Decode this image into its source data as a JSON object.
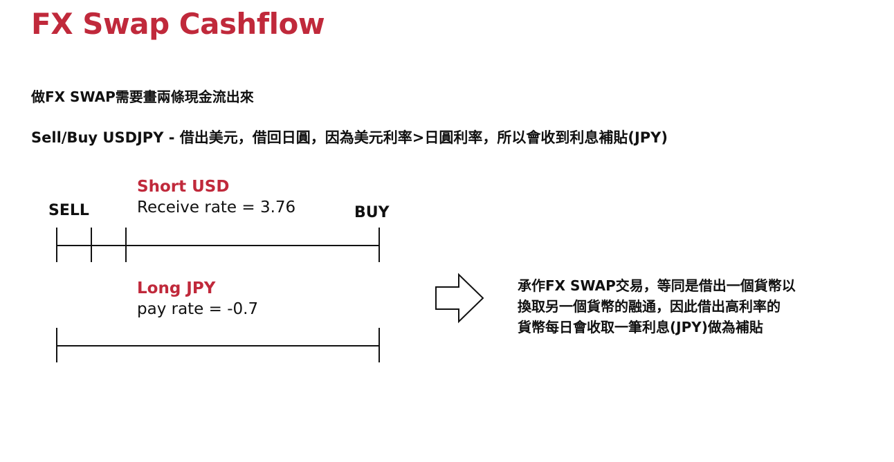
{
  "header": {
    "title": "FX Swap Cashflow"
  },
  "intro": {
    "line1": "做FX SWAP需要畫兩條現金流出來",
    "line2": "Sell/Buy USDJPY - 借出美元，借回日圓，因為美元利率>日圓利率，所以會收到利息補貼(JPY)"
  },
  "timeline": {
    "start_label": "SELL",
    "end_label": "BUY",
    "usd_leg": {
      "name": "Short USD",
      "rate_text": "Receive rate = 3.76"
    },
    "jpy_leg": {
      "name": "Long JPY",
      "rate_text": "pay rate = -0.7"
    }
  },
  "arrow": {
    "icon": "right-outline-arrow-icon"
  },
  "note": {
    "lines": [
      "承作FX  SWAP交易，等同是借出一個貨幣以",
      "換取另一個貨幣的融通，因此借出高利率的",
      "貨幣每日會收取一筆利息(JPY)做為補貼"
    ]
  },
  "colors": {
    "accent": "#c0293b",
    "text": "#111111"
  }
}
